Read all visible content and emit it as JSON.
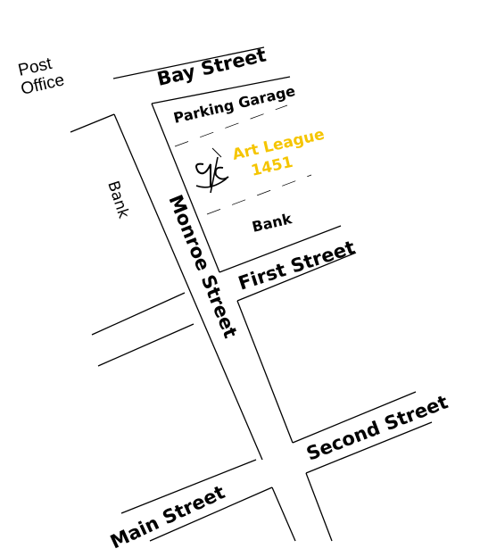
{
  "labels": {
    "post_office_line1": "Post",
    "post_office_line2": "Office",
    "bay_street": "Bay Street",
    "parking_garage": "Parking Garage",
    "art_league_line1": "Art League",
    "art_league_line2": "1451",
    "bank_right": "Bank",
    "bank_left": "Bank",
    "monroe_street": "Monroe Street",
    "first_street": "First Street",
    "second_street": "Second Street",
    "main_street": "Main Street"
  },
  "colors": {
    "art_league": "#f5c500",
    "ink": "#000000"
  },
  "icons": {
    "art_league_logo": "art-league-logo-icon"
  }
}
